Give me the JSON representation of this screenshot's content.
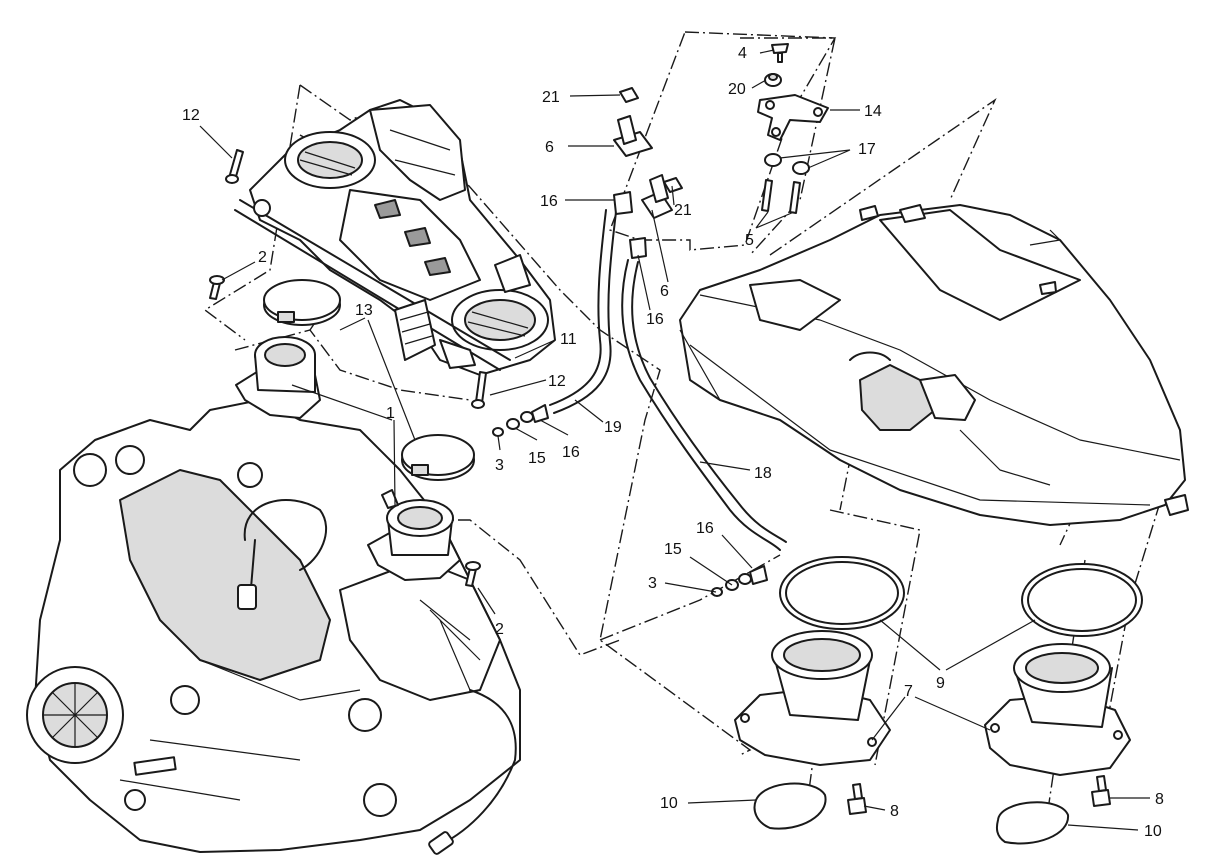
{
  "colors": {
    "line": "#1a1a1a",
    "background": "#ffffff",
    "shade": "#dcdcdc"
  },
  "callouts": [
    {
      "id": "c12a",
      "text": "12"
    },
    {
      "id": "c2a",
      "text": "2"
    },
    {
      "id": "c13",
      "text": "13"
    },
    {
      "id": "c1",
      "text": "1"
    },
    {
      "id": "c11",
      "text": "11"
    },
    {
      "id": "c12b",
      "text": "12"
    },
    {
      "id": "c3a",
      "text": "3"
    },
    {
      "id": "c15a",
      "text": "15"
    },
    {
      "id": "c16a",
      "text": "16"
    },
    {
      "id": "c19",
      "text": "19"
    },
    {
      "id": "c2b",
      "text": "2"
    },
    {
      "id": "c21a",
      "text": "21"
    },
    {
      "id": "c6a",
      "text": "6"
    },
    {
      "id": "c16b",
      "text": "16"
    },
    {
      "id": "c21b",
      "text": "21"
    },
    {
      "id": "c6b",
      "text": "6"
    },
    {
      "id": "c16c",
      "text": "16"
    },
    {
      "id": "c4",
      "text": "4"
    },
    {
      "id": "c20",
      "text": "20"
    },
    {
      "id": "c14",
      "text": "14"
    },
    {
      "id": "c17",
      "text": "17"
    },
    {
      "id": "c5",
      "text": "5"
    },
    {
      "id": "c18",
      "text": "18"
    },
    {
      "id": "c16d",
      "text": "16"
    },
    {
      "id": "c15b",
      "text": "15"
    },
    {
      "id": "c3b",
      "text": "3"
    },
    {
      "id": "c9",
      "text": "9"
    },
    {
      "id": "c7",
      "text": "7"
    },
    {
      "id": "c8a",
      "text": "8"
    },
    {
      "id": "c8b",
      "text": "8"
    },
    {
      "id": "c10a",
      "text": "10"
    },
    {
      "id": "c10b",
      "text": "10"
    }
  ]
}
